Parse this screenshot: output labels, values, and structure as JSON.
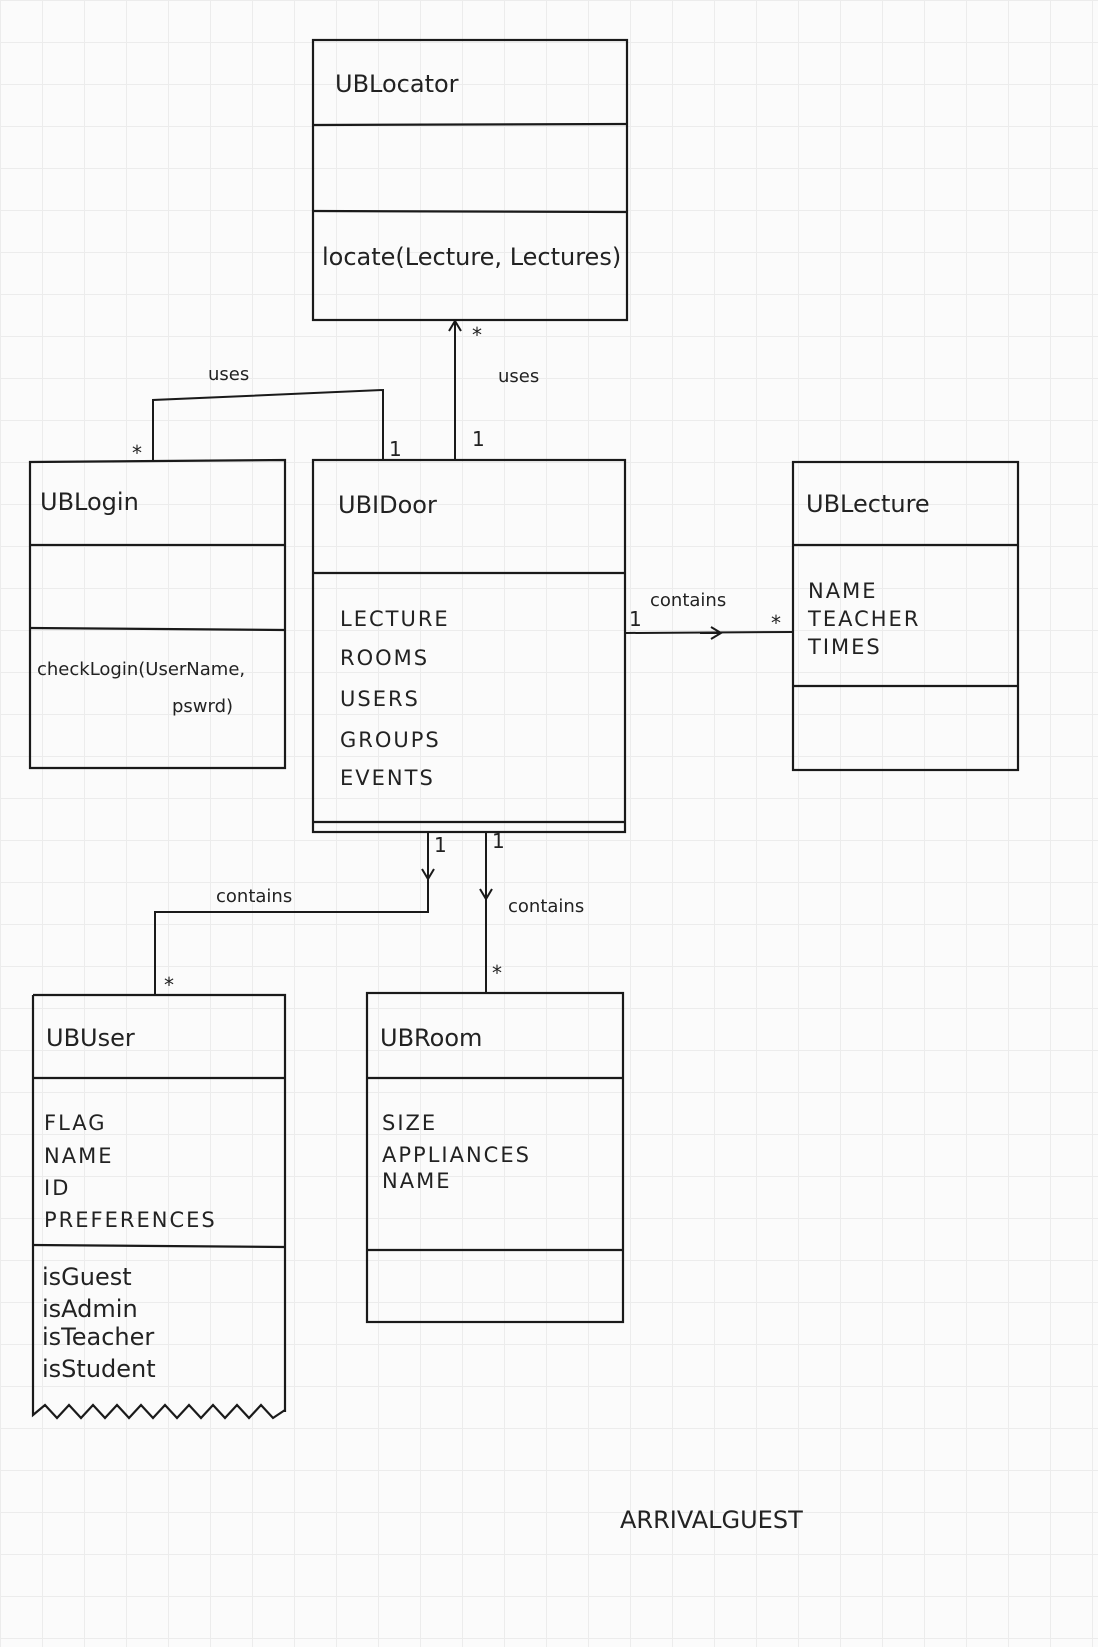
{
  "classes": {
    "locator": {
      "name": "UBLocator",
      "methods": [
        "locate(Lecture, Lectures)"
      ]
    },
    "login": {
      "name": "UBLogin",
      "methods": [
        "checkLogin(UserName,",
        "pswrd)"
      ]
    },
    "door": {
      "name": "UBIDoor",
      "attributes": [
        "LECTURE",
        "ROOMS",
        "USERS",
        "GROUPS",
        "EVENTS"
      ]
    },
    "lecture": {
      "name": "UBLecture",
      "attributes": [
        "NAME",
        "TEACHER",
        "TIMES"
      ]
    },
    "user": {
      "name": "UBUser",
      "attributes": [
        "FLAG",
        "NAME",
        "ID",
        "PREFERENCES"
      ],
      "methods": [
        "isGuest",
        "isAdmin",
        "isTeacher",
        "isStudent"
      ]
    },
    "room": {
      "name": "UBRoom",
      "attributes": [
        "SIZE",
        "APPLIANCES",
        "NAME"
      ]
    }
  },
  "relations": {
    "door_locator": {
      "label": "uses",
      "from_mult": "1",
      "to_mult": "*"
    },
    "door_login": {
      "label": "uses",
      "from_mult": "1",
      "to_mult": "*"
    },
    "door_lecture": {
      "label": "contains",
      "from_mult": "1",
      "to_mult": "*"
    },
    "door_user": {
      "label": "contains",
      "from_mult": "1",
      "to_mult": "*"
    },
    "door_room": {
      "label": "contains",
      "from_mult": "1",
      "to_mult": "*"
    }
  },
  "footer": {
    "caption": "ARRIVALGUEST"
  }
}
